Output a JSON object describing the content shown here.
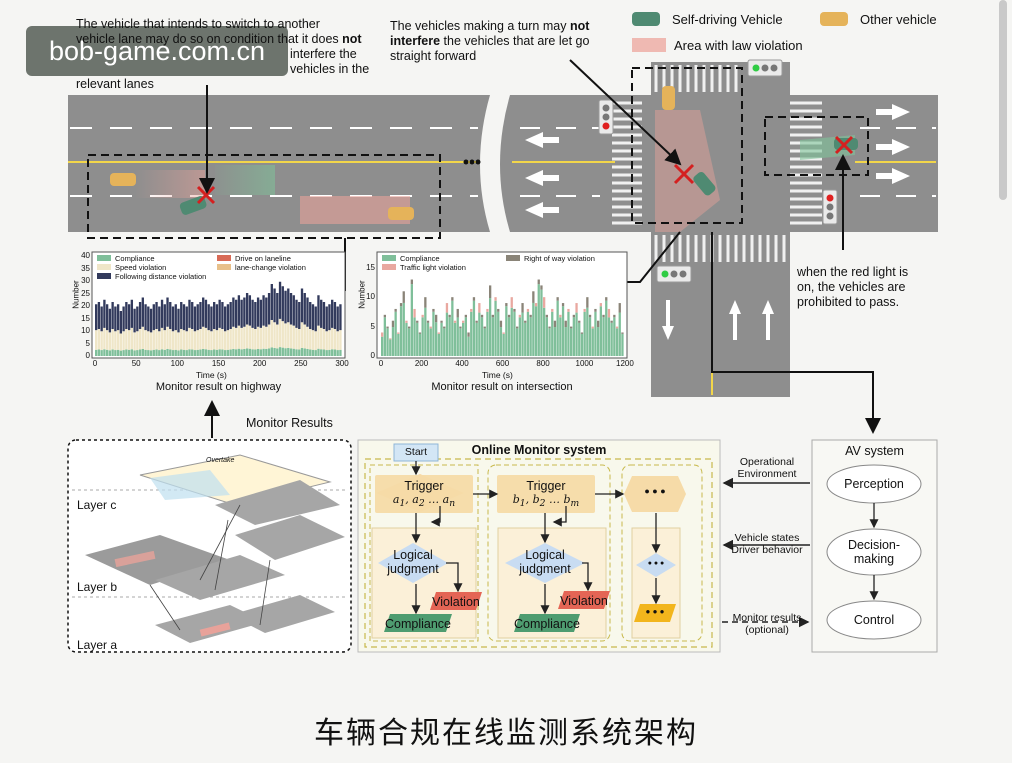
{
  "watermark": "bob-game.com.cn",
  "notes": {
    "lane_change": [
      "The vehicle that intends to switch to another",
      "vehicle lane may do so on condition that it does",
      "not",
      "interfere the vehicles in the",
      "relevant lanes"
    ],
    "turn": [
      "The vehicles making a turn may",
      "not",
      "interfere",
      "the vehicles that are let go",
      "straight forward"
    ],
    "red_light": [
      "when the red light is",
      "on, the vehicles are",
      "prohibited to pass."
    ]
  },
  "legend": {
    "self_driving": "Self-driving Vehicle",
    "other": "Other vehicle",
    "violation_area": "Area with law violation"
  },
  "colors": {
    "compliance": "#7fbf9a",
    "speed": "#efe6c8",
    "following": "#323a5c",
    "laneline": "#d86a56",
    "lane_change": "#e8c08a",
    "right_of_way": "#8a8478",
    "traffic_light": "#e9a8a0",
    "road": "#8e8e8e",
    "violation": "#e8a29a"
  },
  "charts": {
    "highway": {
      "title": "Monitor result on highway",
      "xlabel": "Time (s)",
      "ylabel": "Number",
      "legend": [
        "Compliance",
        "Drive on laneline",
        "Speed violation",
        "lane-change violation",
        "Following distance violation"
      ],
      "xticks": [
        "0",
        "50",
        "100",
        "150",
        "200",
        "250",
        "300"
      ],
      "yticks": [
        "0",
        "5",
        "10",
        "15",
        "20",
        "25",
        "30",
        "35",
        "40"
      ]
    },
    "intersection": {
      "title": "Monitor result on intersection",
      "xlabel": "Time (s)",
      "ylabel": "Number",
      "legend": [
        "Compliance",
        "Right of way violation",
        "Traffic light violation"
      ],
      "xticks": [
        "0",
        "200",
        "400",
        "600",
        "800",
        "1000",
        "1200"
      ],
      "yticks": [
        "0",
        "5",
        "10",
        "15"
      ]
    }
  },
  "chart_data": [
    {
      "type": "bar",
      "title": "Monitor result on highway",
      "xlabel": "Time (s)",
      "ylabel": "Number",
      "xlim": [
        0,
        300
      ],
      "ylim": [
        0,
        40
      ],
      "series": [
        {
          "name": "Compliance"
        },
        {
          "name": "Speed violation"
        },
        {
          "name": "Following distance violation"
        },
        {
          "name": "Drive on laneline"
        },
        {
          "name": "lane-change violation"
        }
      ],
      "totals": [
        23,
        24,
        22,
        25,
        23,
        21,
        24,
        22,
        23,
        20,
        22,
        24,
        23,
        25,
        21,
        22,
        24,
        26,
        23,
        22,
        21,
        23,
        24,
        22,
        25,
        23,
        26,
        24,
        22,
        23,
        21,
        24,
        23,
        22,
        25,
        24,
        22,
        23,
        24,
        26,
        25,
        23,
        22,
        24,
        23,
        25,
        24,
        22,
        23,
        24,
        26,
        25,
        27,
        25,
        26,
        28,
        27,
        25,
        24,
        26,
        25,
        27,
        26,
        28,
        32,
        30,
        28,
        33,
        31,
        29,
        30,
        28,
        27,
        25,
        24,
        30,
        28,
        26,
        24,
        23,
        22,
        27,
        25,
        24,
        22,
        23,
        25,
        24,
        22,
        23
      ]
    },
    {
      "type": "bar",
      "title": "Monitor result on intersection",
      "xlabel": "Time (s)",
      "ylabel": "Number",
      "xlim": [
        0,
        1200
      ],
      "ylim": [
        0,
        17
      ],
      "series": [
        {
          "name": "Compliance"
        },
        {
          "name": "Right of way violation"
        },
        {
          "name": "Traffic light violation"
        }
      ],
      "totals": [
        4,
        7,
        5,
        3,
        6,
        8,
        4,
        9,
        11,
        6,
        5,
        13,
        8,
        6,
        4,
        7,
        10,
        6,
        5,
        8,
        7,
        4,
        6,
        5,
        9,
        7,
        10,
        6,
        8,
        5,
        6,
        7,
        4,
        8,
        10,
        6,
        9,
        7,
        5,
        8,
        12,
        7,
        10,
        8,
        6,
        4,
        9,
        7,
        10,
        8,
        5,
        7,
        9,
        6,
        8,
        7,
        11,
        9,
        13,
        12,
        10,
        7,
        5,
        8,
        6,
        10,
        7,
        9,
        6,
        8,
        5,
        7,
        9,
        6,
        4,
        8,
        10,
        7,
        5,
        8,
        6,
        9,
        7,
        10,
        8,
        6,
        7,
        5,
        9,
        4
      ]
    }
  ],
  "labels": {
    "monitor_results": "Monitor Results",
    "layer_c": "Layer c",
    "layer_b": "Layer b",
    "layer_a": "Layer a",
    "overtake": "Overtake",
    "oms_title": "Online Monitor system",
    "start": "Start",
    "trigger": "Trigger",
    "trigger_a": "a",
    "trigger_b": "b",
    "sub1": "1",
    "sub2": "2",
    "subn": "n",
    "subm": "m",
    "dots": "…",
    "logical": "Logical",
    "judgment": "judgment",
    "violation": "Violation",
    "compliance": "Compliance",
    "ellipsis": "● ● ●",
    "av_system": "AV system",
    "perception": "Perception",
    "decision1": "Decision-",
    "decision2": "making",
    "control": "Control",
    "op_env1": "Operational",
    "op_env2": "Environment",
    "veh_states": "Vehicle states",
    "driver_beh": "Driver behavior",
    "mon_res1": "Monitor results",
    "mon_res2": "(optional)"
  },
  "caption": "车辆合规在线监测系统架构"
}
